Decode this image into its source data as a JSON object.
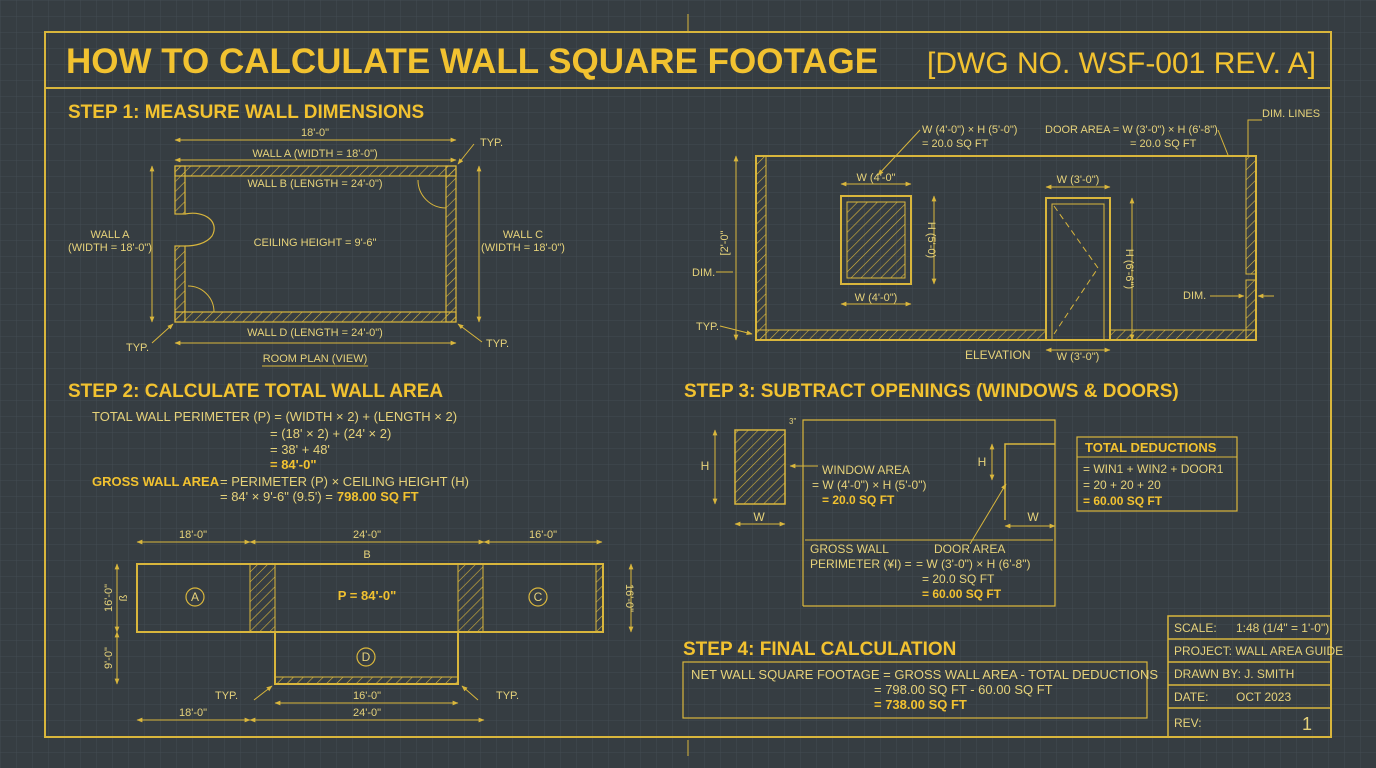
{
  "colors": {
    "background": "#363d42",
    "grid": "#434b52",
    "line": "#d9b63c",
    "title": "#f2c230",
    "text": "#e6d27a"
  },
  "title": {
    "main": "HOW TO CALCULATE WALL SQUARE FOOTAGE",
    "drawing_number": "[DWG NO. WSF-001 REV. A]"
  },
  "step1": {
    "heading": "STEP 1: MEASURE WALL DIMENSIONS",
    "overall_dim": "18'-0\"",
    "wall_a_top": "WALL A (WIDTH = 18'-0\")",
    "wall_b": "WALL B (LENGTH = 24'-0\")",
    "wall_a_left_1": "WALL A",
    "wall_a_left_2": "(WIDTH = 18'-0\")",
    "wall_c_1": "WALL C",
    "wall_c_2": "(WIDTH = 18'-0\")",
    "ceiling": "CEILING HEIGHT = 9'-6\"",
    "wall_d": "WALL D (LENGTH = 24'-0\")",
    "typ_top_right": "TYP.",
    "typ_bottom_left": "TYP.",
    "typ_bottom_right": "TYP.",
    "caption": "ROOM PLAN (VIEW)"
  },
  "step2": {
    "heading": "STEP 2: CALCULATE TOTAL WALL AREA",
    "line1": "TOTAL WALL PERIMETER (P) = (WIDTH × 2) + (LENGTH × 2)",
    "line2": "= (18' × 2) + (24' × 2)",
    "line3": "= 38' + 48'",
    "line4": "= 84'-0\"",
    "gross_label": "GROSS WALL AREA",
    "gross_rest": "= PERIMETER (P) × CEILING HEIGHT (H)",
    "gross_line2_a": "= 84' × 9'-6\" (9.5') =",
    "gross_line2_b": "798.00 SQ FT"
  },
  "unfolded": {
    "dim_18_top": "18'-0\"",
    "dim_24_top": "24'-0\"",
    "dim_16_top": "16'-0\"",
    "label_b": "B",
    "left_16": "16'-0\"",
    "left_small": "ß",
    "right_16": "16'-0\"",
    "left_9": "9'-0\"",
    "circle_a": "A",
    "circle_c": "C",
    "circle_d": "D",
    "perimeter": "P = 84'-0\"",
    "typ_left": "TYP.",
    "typ_right": "TYP.",
    "dim_16_bottom": "16'-0\"",
    "dim_18_bottom": "18'-0\"",
    "dim_24_bottom": "24'-0\""
  },
  "elevation": {
    "win_note_1": "W (4'-0\") × H (5'-0\")",
    "win_note_2": "= 20.0 SQ FT",
    "door_note_1": "DOOR AREA = W (3'-0\") × H (6'-8\")",
    "door_note_2": "= 20.0 SQ FT",
    "dim_lines": "DIM. LINES",
    "win_w_top": "W (4'-0\"",
    "win_w_bottom": "W (4'-0\")",
    "win_h": "H (5'-0)",
    "door_w_top": "W (3'-0\")",
    "door_h": "H (6'-6\")",
    "door_w_bottom": "W (3'-0\")",
    "left_h": "[2'-0\"",
    "dim_left": "DIM.",
    "typ_left": "TYP.",
    "dim_right": "DIM.",
    "caption": "ELEVATION"
  },
  "step3": {
    "heading": "STEP 3: SUBTRACT OPENINGS (WINDOWS & DOORS)",
    "small_mark": "3\"",
    "h1": "H",
    "w1": "W",
    "h2": "H",
    "w2": "W",
    "window_1": "WINDOW AREA",
    "window_2": "= W (4'-0\") × H (5'-0\")",
    "window_3": "= 20.0 SQ FT",
    "gross_1": "GROSS WALL",
    "gross_2": "PERIMETER (¥I) =",
    "door_1": "DOOR AREA",
    "door_2": "= W (3'-0\") × H (6'-8\")",
    "door_3": "= 20.0 SQ FT",
    "door_4": "= 60.00 SQ FT",
    "deductions_title": "TOTAL DEDUCTIONS",
    "deductions_1": "= WIN1 + WIN2 + DOOR1",
    "deductions_2": "= 20 + 20 + 20",
    "deductions_3": "= 60.00 SQ FT"
  },
  "step4": {
    "heading": "STEP 4: FINAL CALCULATION",
    "line1": "NET WALL SQUARE FOOTAGE = GROSS WALL AREA - TOTAL DEDUCTIONS",
    "line2": "= 798.00 SQ FT - 60.00 SQ FT",
    "line3": "= 738.00 SQ FT"
  },
  "title_block": {
    "scale_label": "SCALE:",
    "scale_value": "1:48 (1/4\" = 1'-0\")",
    "project": "PROJECT: WALL AREA GUIDE",
    "drawn_by": "DRAWN BY: J. SMITH",
    "date_label": "DATE:",
    "date_value": "OCT 2023",
    "rev_label": "REV:",
    "rev_value": "1"
  }
}
